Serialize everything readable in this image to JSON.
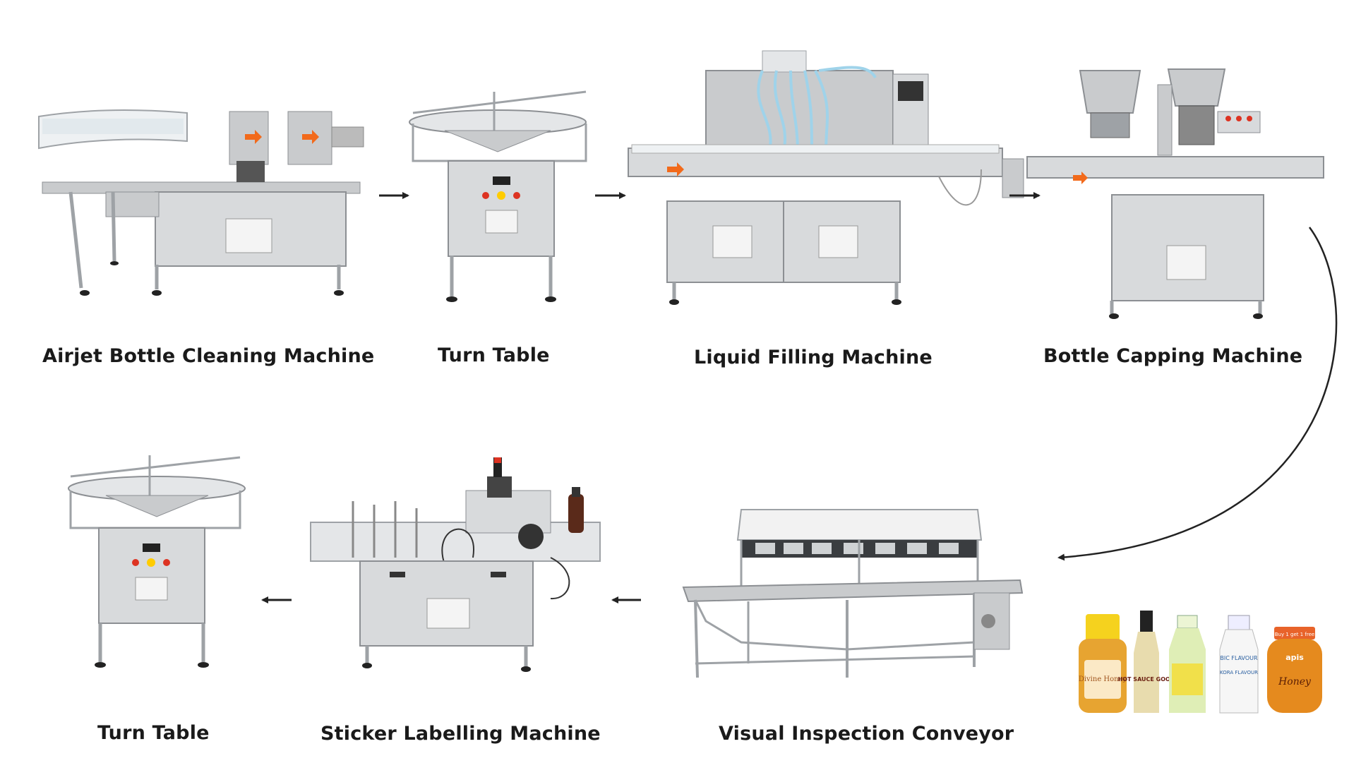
{
  "colors": {
    "steel": "#c9cbcd",
    "steel_light": "#e4e6e8",
    "steel_dark": "#8c8f93",
    "arrow": "#222222",
    "accent": "#f26a1b",
    "tube": "#9fd3ea"
  },
  "stations": [
    {
      "id": "airjet",
      "label": "Airjet Bottle Cleaning Machine",
      "icon": "airjet-bottle-cleaning-machine-icon"
    },
    {
      "id": "turn1",
      "label": "Turn Table",
      "icon": "turn-table-icon"
    },
    {
      "id": "filling",
      "label": "Liquid Filling Machine",
      "icon": "liquid-filling-machine-icon"
    },
    {
      "id": "capping",
      "label": "Bottle Capping Machine",
      "icon": "bottle-capping-machine-icon"
    },
    {
      "id": "inspection",
      "label": "Visual Inspection Conveyor",
      "icon": "visual-inspection-conveyor-icon"
    },
    {
      "id": "labelling",
      "label": "Sticker Labelling Machine",
      "icon": "sticker-labelling-machine-icon"
    },
    {
      "id": "turn2",
      "label": "Turn Table",
      "icon": "turn-table-icon"
    }
  ],
  "products": {
    "icon": "product-bottles-icon",
    "labels": [
      "Divine Honey",
      "HOT SAUCE GOOD",
      "BIC FLAVOUR",
      "KORA FLAVOUR",
      "Honey"
    ],
    "badge": "Buy 1 get 1 free",
    "brand": "apis"
  }
}
